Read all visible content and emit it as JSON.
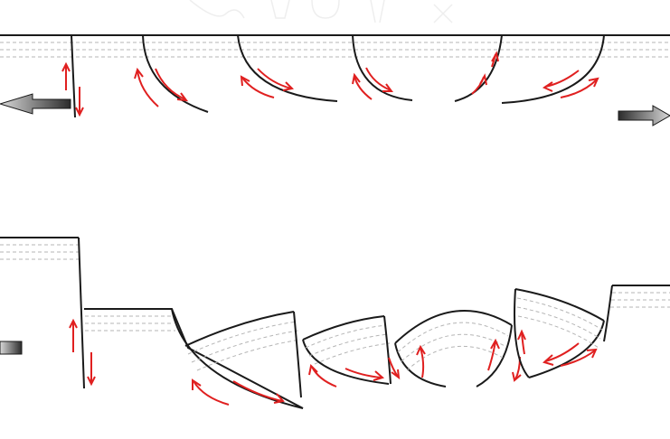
{
  "diagram": {
    "panels": [
      {
        "id": "before-extension",
        "arrows": [
          "left",
          "right"
        ]
      },
      {
        "id": "after-extension",
        "arrows": [
          "left"
        ]
      }
    ]
  },
  "colors": {
    "fault": "#1a1a1a",
    "bedding": "#b5b5b5",
    "motion_arrow": "#e02020",
    "extension_arrow_dark": "#2b2b2b",
    "extension_arrow_light": "#d9d9d9",
    "watermark": "#d8d8d8"
  }
}
